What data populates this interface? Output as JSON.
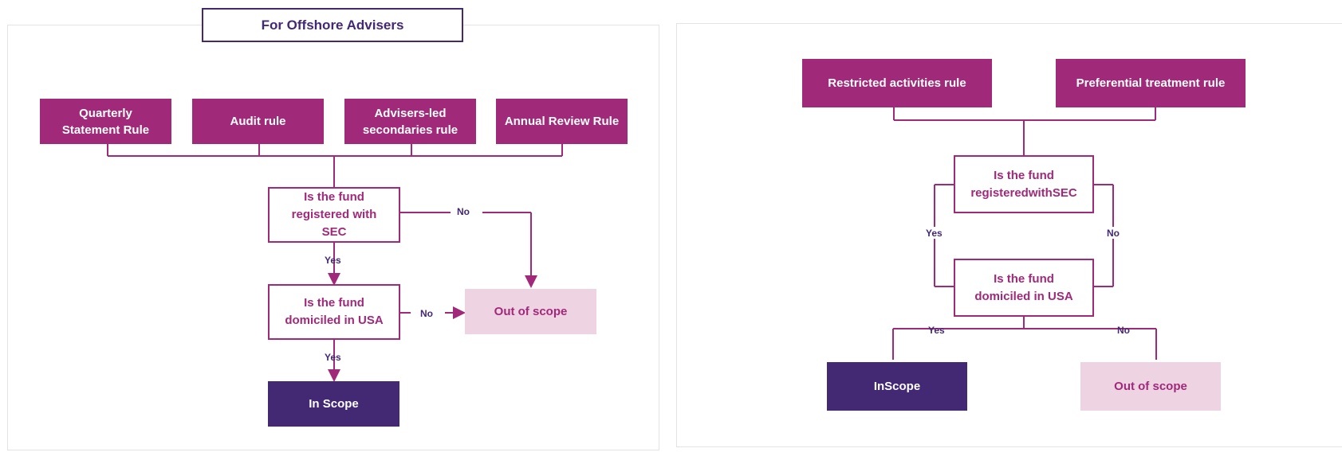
{
  "left": {
    "title": "For Offshore Advisers",
    "rules": [
      {
        "label": "Quarterly\nStatement Rule"
      },
      {
        "label": "Audit rule"
      },
      {
        "label": "Advisers-led\nsecondaries rule"
      },
      {
        "label": "Annual Review Rule"
      }
    ],
    "q1": "Is the fund\nregistered with\nSEC",
    "q2": "Is the fund\ndomiciled in USA",
    "in_scope": "In Scope",
    "out_scope": "Out of scope",
    "yes": "Yes",
    "no": "No"
  },
  "right": {
    "rules": [
      {
        "label": "Restricted activities rule"
      },
      {
        "label": "Preferential treatment rule"
      }
    ],
    "q1": "Is the fund\nregisteredwithSEC",
    "q2": "Is the fund\ndomiciled in USA",
    "in_scope": "InScope",
    "out_scope": "Out of scope",
    "yes": "Yes",
    "no": "No"
  },
  "colors": {
    "rule": "#a0297a",
    "in_scope": "#432874",
    "out_scope": "#eed3e3"
  }
}
